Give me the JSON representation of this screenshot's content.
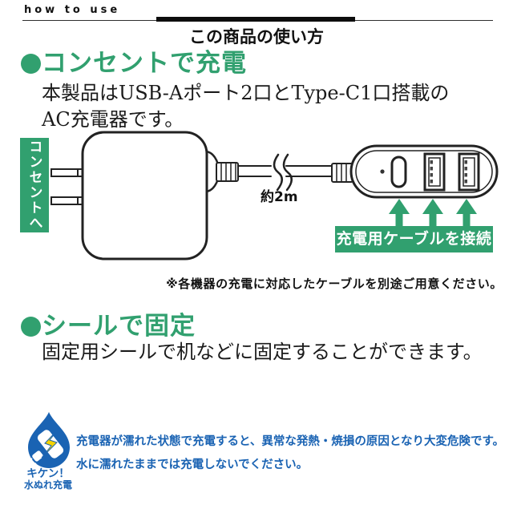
{
  "header": {
    "eyebrow": "how to use",
    "title": "この商品の使い方"
  },
  "section_charge": {
    "heading": "コンセントで充電",
    "body_line1": "本製品はUSB-Aポート2口とType-C1口搭載の",
    "body_line2": "AC充電器です。",
    "outlet_label": "コンセントへ",
    "cable_length_label": "約2m",
    "connect_banner_label": "充電用ケーブルを接続",
    "note": "※各機器の充電に対応したケーブルを別途ご用意ください。"
  },
  "section_seal": {
    "heading": "シールで固定",
    "body": "固定用シールで机などに固定することができます。"
  },
  "warning": {
    "caption_line1": "キケン！",
    "caption_line2": "水ぬれ充電",
    "text_line1": "充電器が濡れた状態で充電すると、異常な発熱・焼損の原因となり大変危険です。",
    "text_line2": "水に濡れたままでは充電しないでください。"
  },
  "icons": {
    "diagram": [
      "ac-adapter-illustration",
      "plug-prongs",
      "usb-cable",
      "cable-break-mark",
      "usb-hub-illustration",
      "led-dot",
      "type-c-port",
      "usb-a-port",
      "up-arrow-icon"
    ],
    "warning": [
      "water-drop-warning-icon",
      "lightning-bolt-icon"
    ]
  },
  "colors": {
    "accent_green": "#31a06f",
    "warning_blue": "#1a63b3",
    "lightning_yellow": "#f6d300",
    "line_dark": "#222222"
  }
}
